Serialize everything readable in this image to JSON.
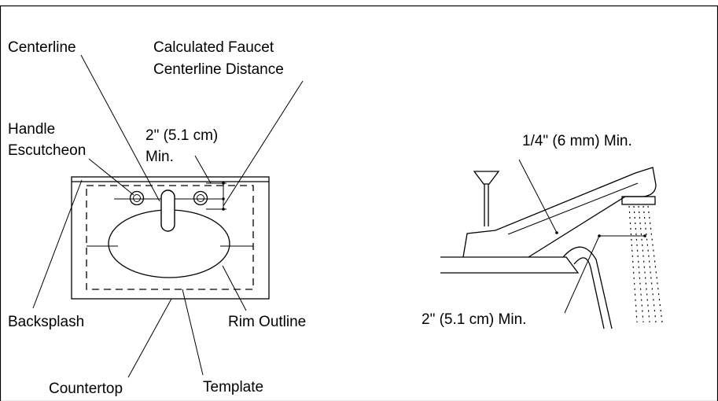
{
  "labels": {
    "centerline": "Centerline",
    "calc_line1": "Calculated Faucet",
    "calc_line2": "Centerline Distance",
    "handle_line1": "Handle",
    "handle_line2": "Escutcheon",
    "two_inch_line1": "2\" (5.1 cm)",
    "two_inch_line2": "Min.",
    "backsplash": "Backsplash",
    "rim_outline": "Rim Outline",
    "countertop": "Countertop",
    "template": "Template",
    "quarter_inch_min": "1/4\" (6 mm) Min.",
    "two_inch_min": "2\" (5.1 cm) Min."
  }
}
